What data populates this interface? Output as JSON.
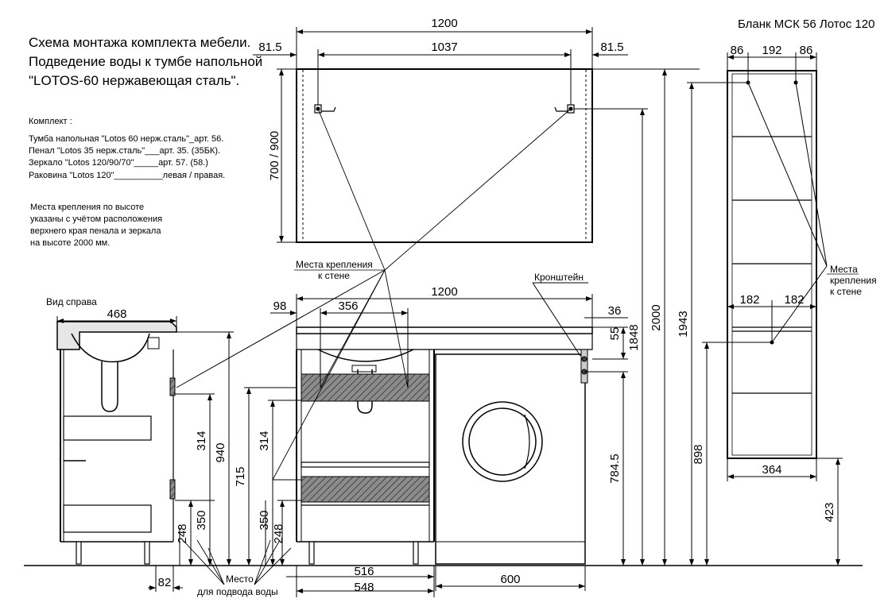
{
  "form_id": "Бланк МСК 56 Лотос 120",
  "title": [
    "Схема монтажа комплекта мебели.",
    "Подведение воды к тумбе напольной",
    "\"LOTOS-60 нержавеющая сталь\"."
  ],
  "kit": {
    "heading": "Комплект :",
    "items": [
      "Тумба напольная \"Lotos 60 нерж.сталь\"_арт. 56.",
      "Пенал \"Lotos 35 нерж.сталь\"___арт. 35. (35БК).",
      "Зеркало \"Lotos 120/90/70\"_____арт. 57. (58.)",
      "Раковина \"Lotos 120\"__________левая / правая."
    ]
  },
  "note": [
    "Места крепления по высоте",
    "указаны с учётом расположения",
    "верхнего края пенала и зеркала",
    "на высоте 2000 мм."
  ],
  "labels": {
    "side_view": "Вид  справа",
    "mount_points": [
      "Места крепления",
      "к стене"
    ],
    "bracket": "Кронштейн",
    "penal_mount": [
      "Места",
      "крепления",
      "к стене"
    ],
    "water": [
      "Место",
      "для подвода воды"
    ]
  },
  "dims": {
    "mirror_width": "1200",
    "mirror_left": "81.5",
    "mirror_span": "1037",
    "mirror_right": "81.5",
    "mirror_height": "700 / 900",
    "penal_left": "86",
    "penal_span": "192",
    "penal_right": "86",
    "penal_mid_left": "182",
    "penal_mid_right": "182",
    "penal_width": "364",
    "penal_height": "1943",
    "penal_bottom": "898",
    "penal_base": "423",
    "side_depth": "468",
    "side_314": "314",
    "side_940": "940",
    "side_350": "350",
    "side_248": "248",
    "side_82": "82",
    "front_98": "98",
    "front_356": "356",
    "front_width": "1200",
    "front_36": "36",
    "front_55": "55",
    "front_1848": "1848",
    "front_2000": "2000",
    "front_715": "715",
    "front_314": "314",
    "front_350": "350",
    "front_248": "248",
    "front_784": "784.5",
    "front_516": "516",
    "front_548": "548",
    "front_600": "600"
  }
}
